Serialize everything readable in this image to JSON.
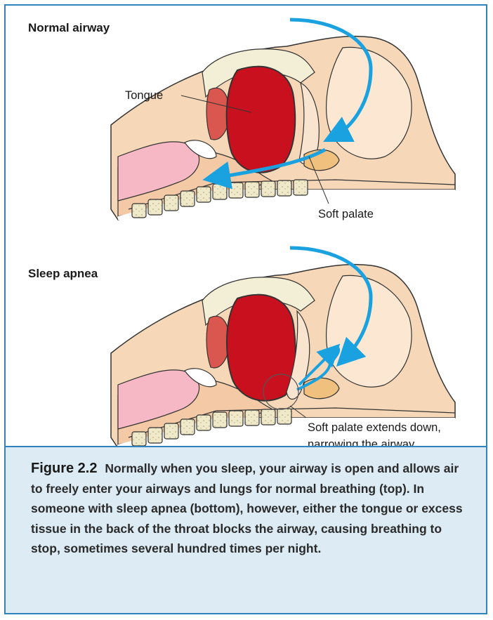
{
  "top_panel": {
    "title": "Normal airway",
    "labels": {
      "tongue": "Tongue",
      "soft_palate": "Soft palate"
    }
  },
  "bottom_panel": {
    "title": "Sleep apnea",
    "labels": {
      "line1": "Soft palate extends down,",
      "line2": "narrowing the airway"
    }
  },
  "caption": {
    "figure_number": "Figure 2.2",
    "text": "Normally when you sleep, your airway is open and allows air to freely enter your airways and lungs for normal breathing (top). In someone with sleep apnea (bottom), however, either the tongue or excess tissue in the back of the throat blocks the airway, causing breathing to stop, sometimes several hundred times per night."
  },
  "colors": {
    "border": "#2f83bf",
    "caption_bg": "#dcebf4",
    "arrow": "#1aa2e0",
    "tongue": "#c8101e",
    "skin": "#f6d8b8",
    "bone": "#f3efd6"
  }
}
